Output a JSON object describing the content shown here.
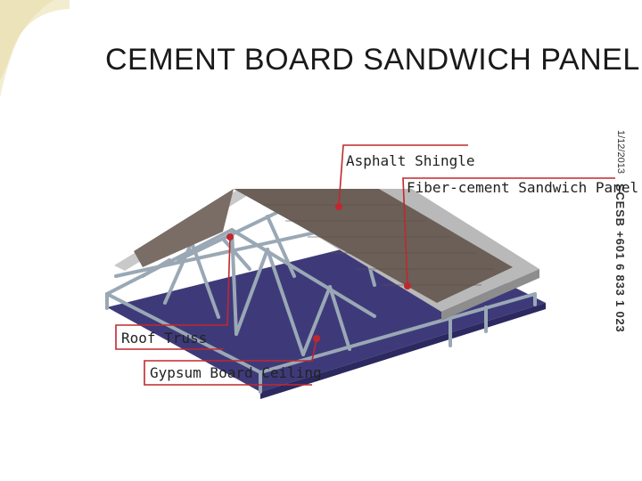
{
  "slide": {
    "title": "CEMENT BOARD SANDWICH PANEL",
    "date": "1/12/2013",
    "company": "SCESB +601 6 833 1 023"
  },
  "diagram": {
    "labels": {
      "asphalt_shingle": "Asphalt Shingle",
      "fiber_cement_panel": "Fiber-cement Sandwich Panel",
      "roof_truss": "Roof Truss",
      "gypsum_ceiling": "Gypsum Board Ceiling"
    }
  },
  "colors": {
    "callout": "#c0282d",
    "shingle": "#6b5f58",
    "panel": "#b9b9b9",
    "steel": "#9aa8b5",
    "ceiling": "#3e3a7a",
    "decor": "#efe8c4"
  }
}
